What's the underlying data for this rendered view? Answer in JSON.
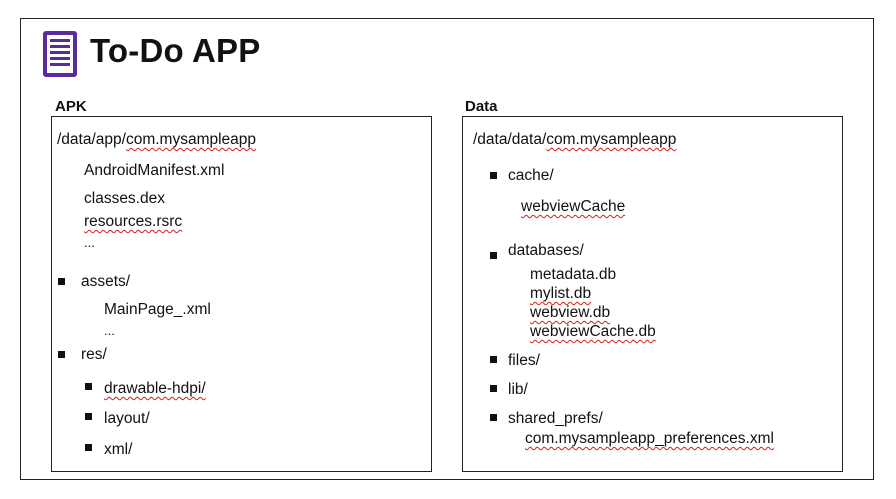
{
  "title": "To-Do APP",
  "icon": "document-list-icon",
  "accent_color": "#5b2d9c",
  "apk": {
    "label": "APK",
    "path_prefix": "/data/app/",
    "path_pkg": "com.mysampleapp",
    "root_files": [
      "AndroidManifest.xml",
      "classes.dex",
      "resources.rsrc",
      "..."
    ],
    "assets_label": "assets/",
    "assets_files": [
      "MainPage_.xml",
      "..."
    ],
    "res_label": "res/",
    "res_children": [
      "drawable-hdpi/",
      "layout/",
      "xml/"
    ]
  },
  "data": {
    "label": "Data",
    "path_prefix": "/data/data/",
    "path_pkg": "com.mysampleapp",
    "cache_label": "cache/",
    "cache_files": [
      "webviewCache"
    ],
    "databases_label": "databases/",
    "database_files": [
      "metadata.db",
      "mylist.db",
      "webview.db",
      "webviewCache.db"
    ],
    "files_label": "files/",
    "lib_label": "lib/",
    "shared_prefs_label": "shared_prefs/",
    "shared_prefs_files": [
      "com.mysampleapp_preferences.xml"
    ]
  }
}
